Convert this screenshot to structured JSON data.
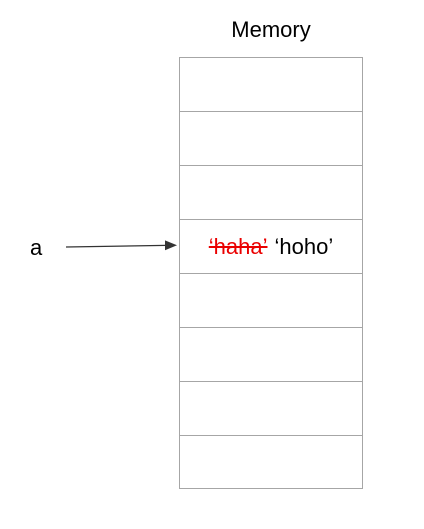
{
  "memory": {
    "title": "Memory",
    "cell_count": 8,
    "pointed_cell_index": 3,
    "old_value": "‘haha’",
    "new_value": "‘hoho’",
    "old_value_color": "#ea0000",
    "new_value_color": "#000000",
    "cell_border_color": "#a6a6a6"
  },
  "variable": {
    "name": "a",
    "arrow_color": "#333333"
  }
}
